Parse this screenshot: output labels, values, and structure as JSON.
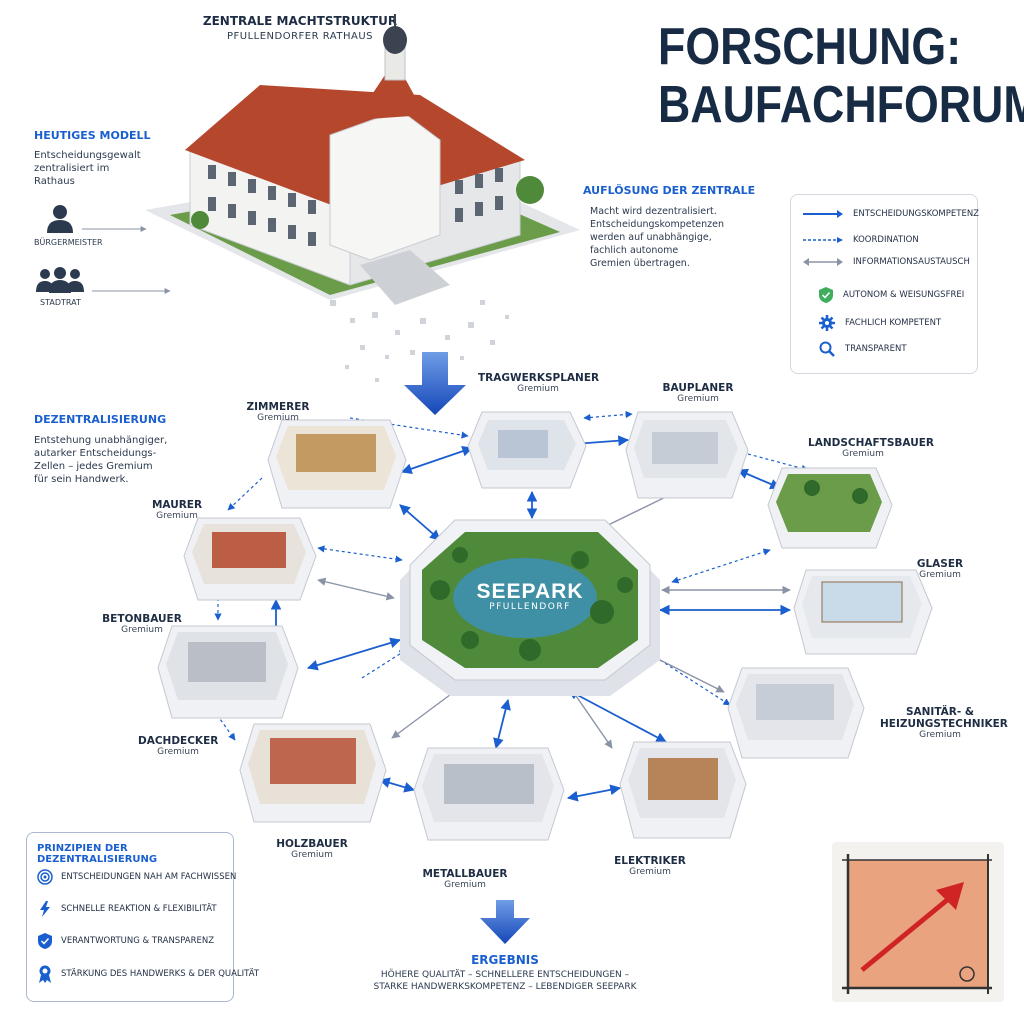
{
  "main_title": [
    "FORSCHUNG:",
    "BAUFACHFORUM"
  ],
  "top": {
    "title": "ZENTRALE MACHTSTRUKTUR",
    "subtitle": "PFULLENDORFER RATHAUS"
  },
  "heutiges_modell": {
    "title": "HEUTIGES MODELL",
    "text": [
      "Entscheidungsgewalt",
      "zentralisiert im",
      "Rathaus"
    ],
    "roles": [
      "BÜRGERMEISTER",
      "STADTRAT"
    ]
  },
  "aufloesung": {
    "title": "AUFLÖSUNG DER ZENTRALE",
    "text": [
      "Macht wird dezentralisiert.",
      "Entscheidungskompetenzen",
      "werden auf unabhängige,",
      "fachlich autonome",
      "Gremien übertragen."
    ]
  },
  "legend": {
    "items": [
      "ENTSCHEIDUNGSKOMPETENZ",
      "KOORDINATION",
      "INFORMATIONSAUSTAUSCH",
      "AUTONOM & WEISUNGSFREI",
      "FACHLICH KOMPETENT",
      "TRANSPARENT"
    ]
  },
  "dezentral": {
    "title": "DEZENTRALISIERUNG",
    "text": [
      "Entstehung unabhängiger,",
      "autarker Entscheidungs-",
      "Zellen – jedes Gremium",
      "für sein Handwerk."
    ]
  },
  "center": {
    "title": "SEEPARK",
    "subtitle": "PFULLENDORF"
  },
  "nodes": [
    {
      "name": "TRAGWERKSPLANER",
      "sub": "Gremium"
    },
    {
      "name": "BAUPLANER",
      "sub": "Gremium"
    },
    {
      "name": "LANDSCHAFTSBAUER",
      "sub": "Gremium"
    },
    {
      "name": "GLASER",
      "sub": "Gremium"
    },
    {
      "name": "SANITÄR- &",
      "name2": "HEIZUNGSTECHNIKER",
      "sub": "Gremium"
    },
    {
      "name": "ELEKTRIKER",
      "sub": "Gremium"
    },
    {
      "name": "METALLBAUER",
      "sub": "Gremium"
    },
    {
      "name": "HOLZBAUER",
      "sub": "Gremium"
    },
    {
      "name": "DACHDECKER",
      "sub": "Gremium"
    },
    {
      "name": "BETONBAUER",
      "sub": "Gremium"
    },
    {
      "name": "MAURER",
      "sub": "Gremium"
    },
    {
      "name": "ZIMMERER",
      "sub": "Gremium"
    }
  ],
  "principles": {
    "title": "PRINZIPIEN DER DEZENTRALISIERUNG",
    "items": [
      "ENTSCHEIDUNGEN NAH AM FACHWISSEN",
      "SCHNELLE REAKTION & FLEXIBILITÄT",
      "VERANTWORTUNG & TRANSPARENZ",
      "STÄRKUNG DES HANDWERKS & DER QUALITÄT"
    ]
  },
  "ergebnis": {
    "title": "ERGEBNIS",
    "lines": [
      "HÖHERE QUALITÄT – SCHNELLERE ENTSCHEIDUNGEN –",
      "STARKE HANDWERKSKOMPETENZ – LEBENDIGER SEEPARK"
    ]
  },
  "colors": {
    "accent": "#1a5fcf",
    "navy": "#182b45",
    "roof": "#b4472c",
    "platform": "#eceef3",
    "water": "#3f8fa5",
    "grass": "#4f8a3a",
    "sketch": "#e58a5a"
  }
}
